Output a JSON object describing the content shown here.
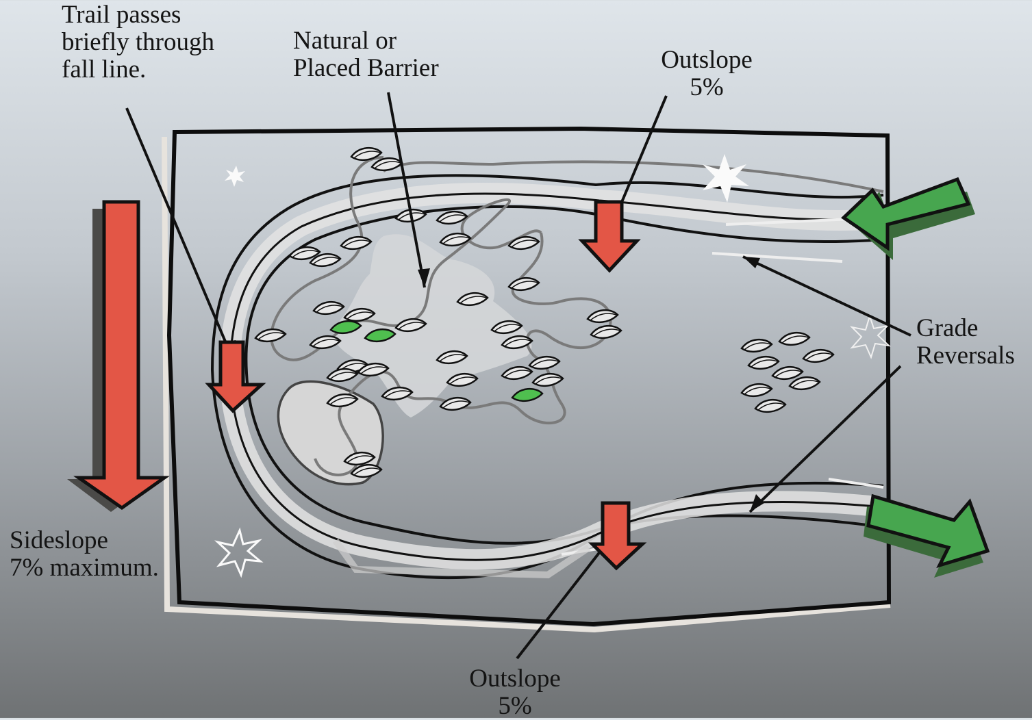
{
  "labels": {
    "trail_passes": "Trail passes\nbriefly through\nfall line.",
    "barrier": "Natural or\nPlaced Barrier",
    "outslope_top": "Outslope\n5%",
    "grade_reversals": "Grade\nReversals",
    "sideslope": "Sideslope\n7% maximum.",
    "outslope_bottom": "Outslope\n5%"
  },
  "colors": {
    "slope_arrow": "#e04a3c",
    "direction_arrow": "#3fa84a",
    "outline": "#0d0d0d",
    "trail_fill": "#d8d8d8"
  },
  "icons": [
    "slope-arrow-icon",
    "direction-arrow-icon",
    "starburst-icon",
    "leaf-icon"
  ]
}
